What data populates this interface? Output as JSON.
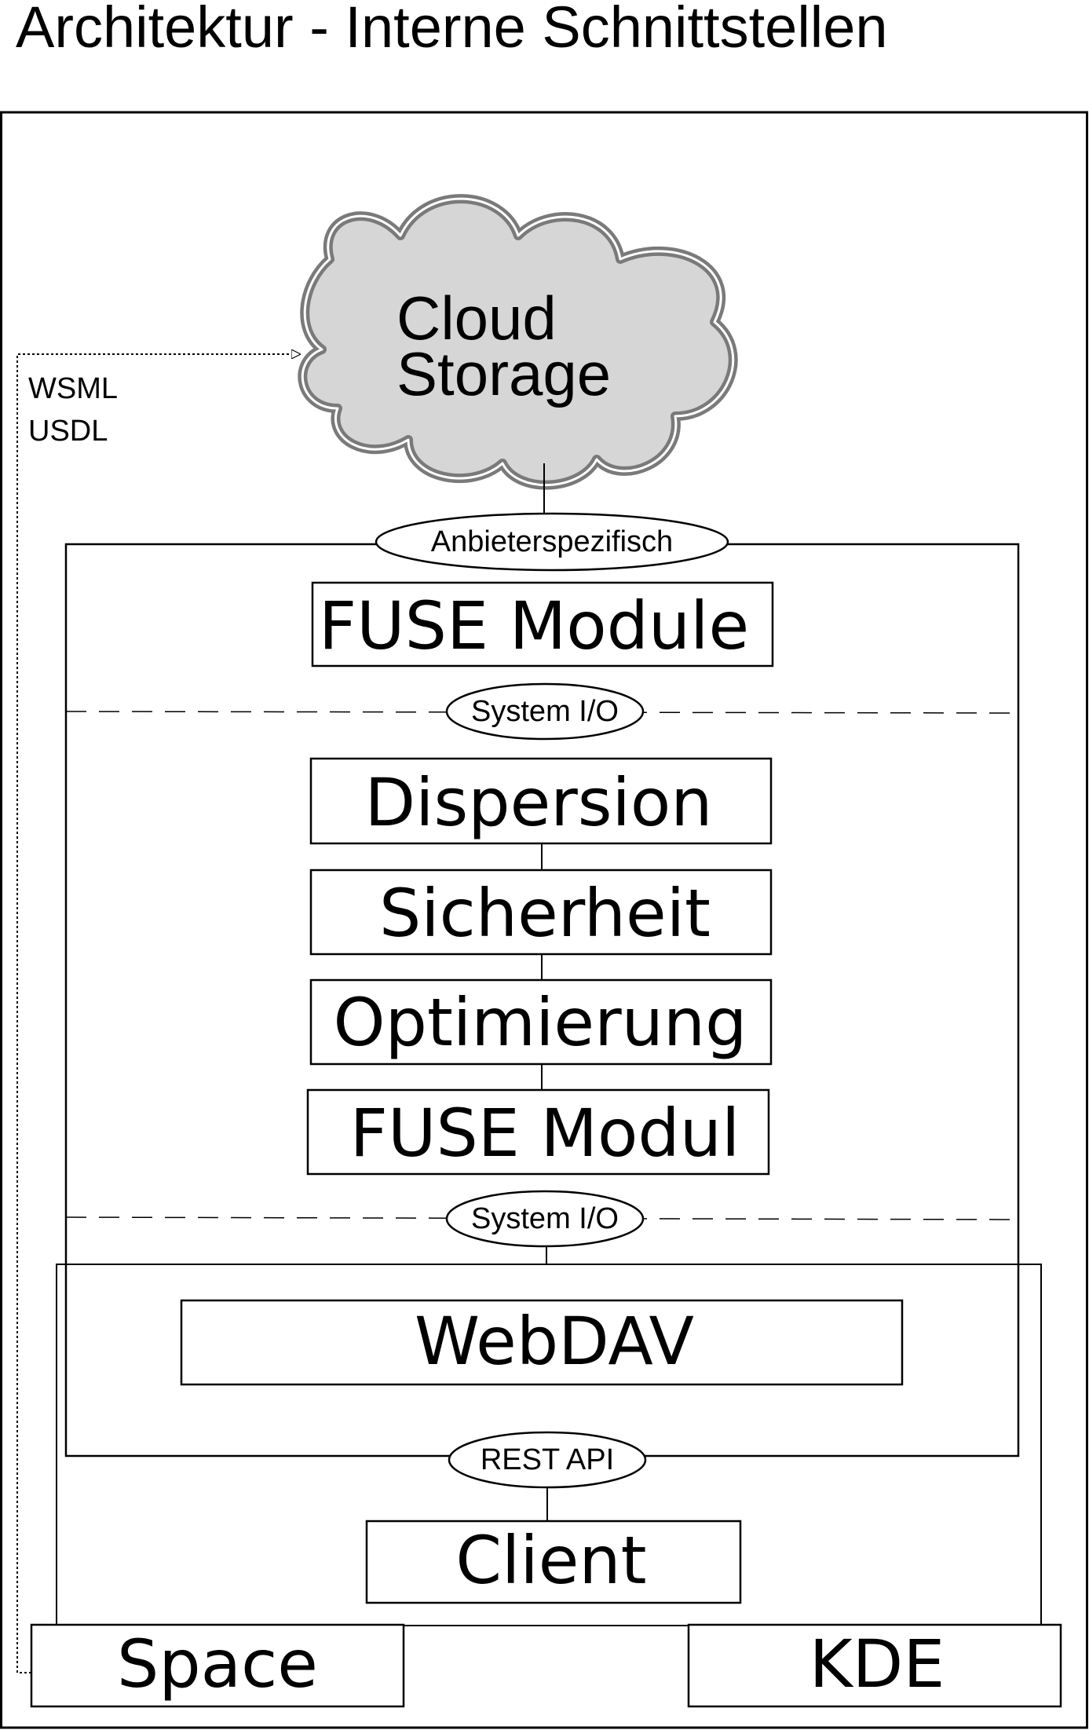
{
  "title": "Architektur - Interne Schnittstellen",
  "cloud": {
    "line1": "Cloud",
    "line2": "Storage"
  },
  "side_labels": {
    "line1": "WSML",
    "line2": "USDL"
  },
  "interfaces": {
    "provider": "Anbieterspezifisch",
    "system_io_top": "System I/O",
    "system_io_bottom": "System I/O",
    "rest_api": "REST API"
  },
  "modules": {
    "fuse_module": "FUSE Module",
    "dispersion": "Dispersion",
    "sicherheit": "Sicherheit",
    "optimierung": "Optimierung",
    "fuse_modul": "FUSE Modul",
    "webdav": "WebDAV",
    "client": "Client",
    "space": "Space",
    "kde": "KDE"
  },
  "colors": {
    "cloud_fill": "#d6d6d6",
    "cloud_halo": "#7a7a7a",
    "stroke": "#000000"
  }
}
